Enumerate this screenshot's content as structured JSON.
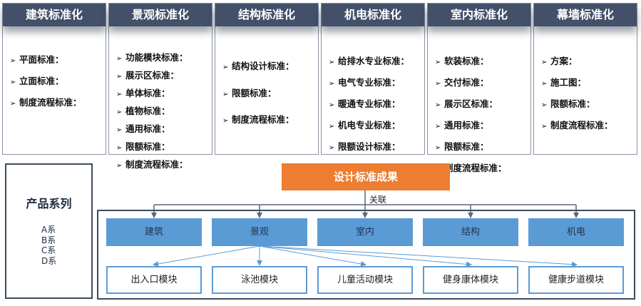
{
  "categories": [
    {
      "title": "建筑标准化",
      "items": [
        "平面标准：",
        "立面标准：",
        "制度流程标准："
      ]
    },
    {
      "title": "景观标准化",
      "items": [
        "功能模块标准：",
        "展示区标准：",
        "单体标准：",
        "植物标准：",
        "通用标准：",
        "限额标准：",
        "制度流程标准："
      ]
    },
    {
      "title": "结构标准化",
      "items": [
        "结构设计标准：",
        "限额标准：",
        "制度流程标准："
      ]
    },
    {
      "title": "机电标准化",
      "items": [
        "给排水专业标准：",
        "电气专业标准：",
        "暖通专业标准：",
        "机电专业标准：",
        "限额设计标准：",
        "制度流程标准："
      ]
    },
    {
      "title": "室内标准化",
      "items": [
        "软装标准：",
        "交付标准：",
        "展示区标准：",
        "通用标准：",
        "限额标准：",
        "制度流程标准："
      ]
    },
    {
      "title": "幕墙标准化",
      "items": [
        "方案：",
        "施工图：",
        "限额标准：",
        "制度流程标准："
      ]
    }
  ],
  "bullet_glyph": "➢",
  "product_series": {
    "title": "产品系列",
    "items": [
      "A系",
      "B系",
      "C系",
      "D系"
    ]
  },
  "result": {
    "title": "设计标准成果",
    "relation_label": "关联"
  },
  "disciplines": [
    "建筑",
    "景观",
    "室内",
    "结构",
    "机电"
  ],
  "modules": [
    "出入口模块",
    "泳池模块",
    "儿童活动模块",
    "健身康体模块",
    "健康步道模块"
  ],
  "colors": {
    "header_bg": "#425069",
    "result_bg": "#ed7d31",
    "discipline_bg": "#5b9bd5",
    "module_border": "#5b9bd5",
    "frame": "#3d4a5e",
    "connector": "#5a6678",
    "module_arrow": "#5b9bd5"
  }
}
